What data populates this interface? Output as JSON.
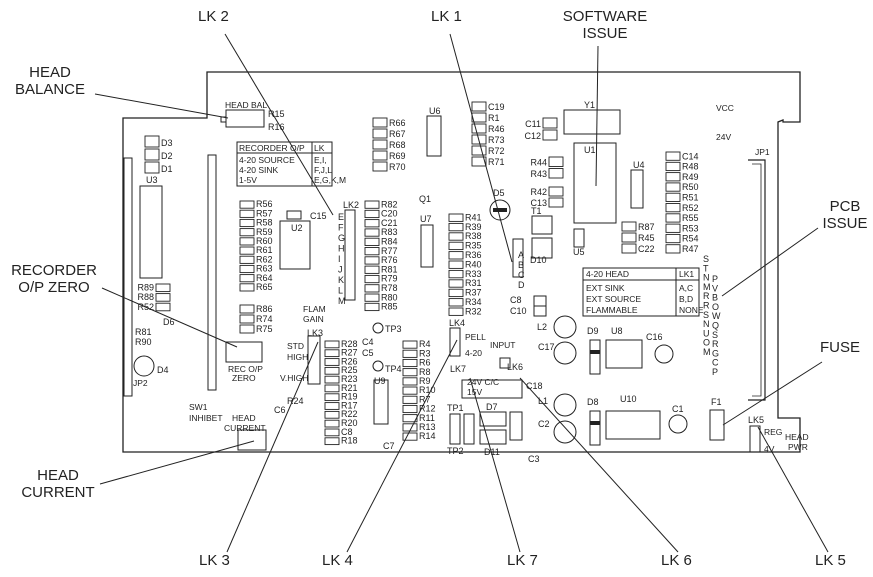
{
  "callouts": {
    "lk2": "LK 2",
    "lk1": "LK 1",
    "software_issue": [
      "SOFTWARE",
      "ISSUE"
    ],
    "head_balance": [
      "HEAD",
      "BALANCE"
    ],
    "pcb_issue": [
      "PCB",
      "ISSUE"
    ],
    "recorder_zero": [
      "RECORDER",
      "O/P ZERO"
    ],
    "fuse": "FUSE",
    "head_current": [
      "HEAD",
      "CURRENT"
    ],
    "lk3": "LK 3",
    "lk4": "LK 4",
    "lk7": "LK 7",
    "lk6": "LK 6",
    "lk5": "LK 5"
  },
  "board_labels": {
    "head_bal": "HEAD BAL",
    "vcc": "VCC",
    "v24": "24V",
    "jp1": "JP1",
    "jp2": "JP2",
    "rec_op_zero": [
      "REC O/P",
      "ZERO"
    ],
    "flam_gain": [
      "FLAM",
      "GAIN"
    ],
    "std_high": [
      "STD",
      "HIGH"
    ],
    "v_high": "V.HIGH",
    "sw1_inhibet": [
      "SW1",
      "INHIBET"
    ],
    "head_current": [
      "HEAD",
      "CURRENT"
    ],
    "pell": "PELL",
    "input": "INPUT",
    "m4_20": "4-20",
    "cc": [
      "24V  C/C",
      "15V"
    ],
    "reg": "REG",
    "head_pwr": [
      "HEAD",
      "PWR"
    ],
    "v4": "4V"
  },
  "recorder_table": {
    "header": [
      "RECORDER O/P",
      "LK"
    ],
    "rows": [
      [
        "4-20 SOURCE",
        "E,I,"
      ],
      [
        "4-20 SINK",
        "F,J,L"
      ],
      [
        "1-5V",
        "E,G,K,M"
      ]
    ]
  },
  "head_table": {
    "header": [
      "4-20 HEAD",
      "LK1"
    ],
    "rows": [
      [
        "EXT SINK",
        "A,C"
      ],
      [
        "EXT SOURCE",
        "B,D"
      ],
      [
        "FLAMMABLE",
        "NONE"
      ]
    ]
  },
  "lk2_letters": [
    "E",
    "F",
    "G",
    "H",
    "I",
    "J",
    "K",
    "L",
    "M"
  ],
  "lk1_letters": [
    "A",
    "B",
    "C",
    "D"
  ],
  "components": {
    "col_r56": [
      "R56",
      "R57",
      "R58",
      "R59",
      "R60",
      "R61",
      "R62",
      "R63",
      "R64",
      "R65"
    ],
    "col_r86": [
      "R86",
      "R74",
      "R75"
    ],
    "col_r66": [
      "R66",
      "R67",
      "R68",
      "R69",
      "R70"
    ],
    "col_c19": [
      "C19",
      "R1",
      "R46",
      "R73",
      "R72",
      "R71"
    ],
    "col_r82": [
      "R82",
      "C20",
      "C21",
      "R83",
      "R84",
      "R77",
      "R76",
      "R81",
      "R79",
      "R78",
      "R80",
      "R85"
    ],
    "col_r41": [
      "R41",
      "R39",
      "R38",
      "R35",
      "R36",
      "R40",
      "R33",
      "R31",
      "R37",
      "R34",
      "R32"
    ],
    "col_r48": [
      "C14",
      "R48",
      "R49",
      "R50",
      "R51",
      "R52",
      "R55",
      "R53",
      "R54",
      "R47"
    ],
    "col_r87": [
      "R87",
      "R45",
      "C22"
    ],
    "col_r44": [
      "R44",
      "R43"
    ],
    "col_r42": [
      "R42",
      "C13"
    ],
    "col_c11": [
      "C11",
      "C12"
    ],
    "col_d": [
      "D3",
      "D2",
      "D1"
    ],
    "col_r28": [
      "R28",
      "R27",
      "R26",
      "R25",
      "R23",
      "R21",
      "R19",
      "R17",
      "R22",
      "R20",
      "C8",
      "R18"
    ],
    "col_r4": [
      "R4",
      "R3",
      "R6",
      "R8",
      "R9",
      "R10",
      "R7",
      "R12",
      "R11",
      "R13",
      "R14"
    ],
    "col_r89": [
      "R89",
      "R88",
      "R52"
    ],
    "misc": {
      "r15": "R15",
      "r16": "R16",
      "u6": "U6",
      "u1": "U1",
      "y1": "Y1",
      "u4": "U4",
      "u3": "U3",
      "u2": "U2",
      "c15": "C15",
      "u7": "U7",
      "q1": "Q1",
      "d5": "D5",
      "t1": "T1",
      "d10": "D10",
      "u5": "U5",
      "c8b": "C8",
      "c10": "C10",
      "l2": "L2",
      "d9": "D9",
      "u8": "U8",
      "c16": "C16",
      "c17": "C17",
      "d8": "D8",
      "u10": "U10",
      "c1": "C1",
      "f1": "F1",
      "lk5": "LK5",
      "c2": "C2",
      "c3": "C3",
      "c18": "C18",
      "d7": "D7",
      "d11": "D11",
      "tp1": "TP1",
      "tp2": "TP2",
      "lk6": "LK6",
      "lk7": "LK7",
      "lk4": "LK4",
      "tp3": "TP3",
      "tp4": "TP4",
      "c4": "C4",
      "c5": "C5",
      "u9": "U9",
      "lk3": "LK3",
      "r24": "R24",
      "c6": "C6",
      "c7": "C7",
      "d4": "D4",
      "d6": "D6",
      "r81": "R81",
      "r90": "R90",
      "lk2": "LK2",
      "lk1": "LK1",
      "l1": "L1"
    }
  },
  "issue_letters": [
    "S",
    "T",
    "N",
    "M",
    "R",
    "R",
    "S",
    "N",
    "U",
    "O",
    "M",
    "P",
    "V",
    "B",
    "O",
    "W",
    "Q",
    "S",
    "R",
    "G",
    "C",
    "P"
  ]
}
